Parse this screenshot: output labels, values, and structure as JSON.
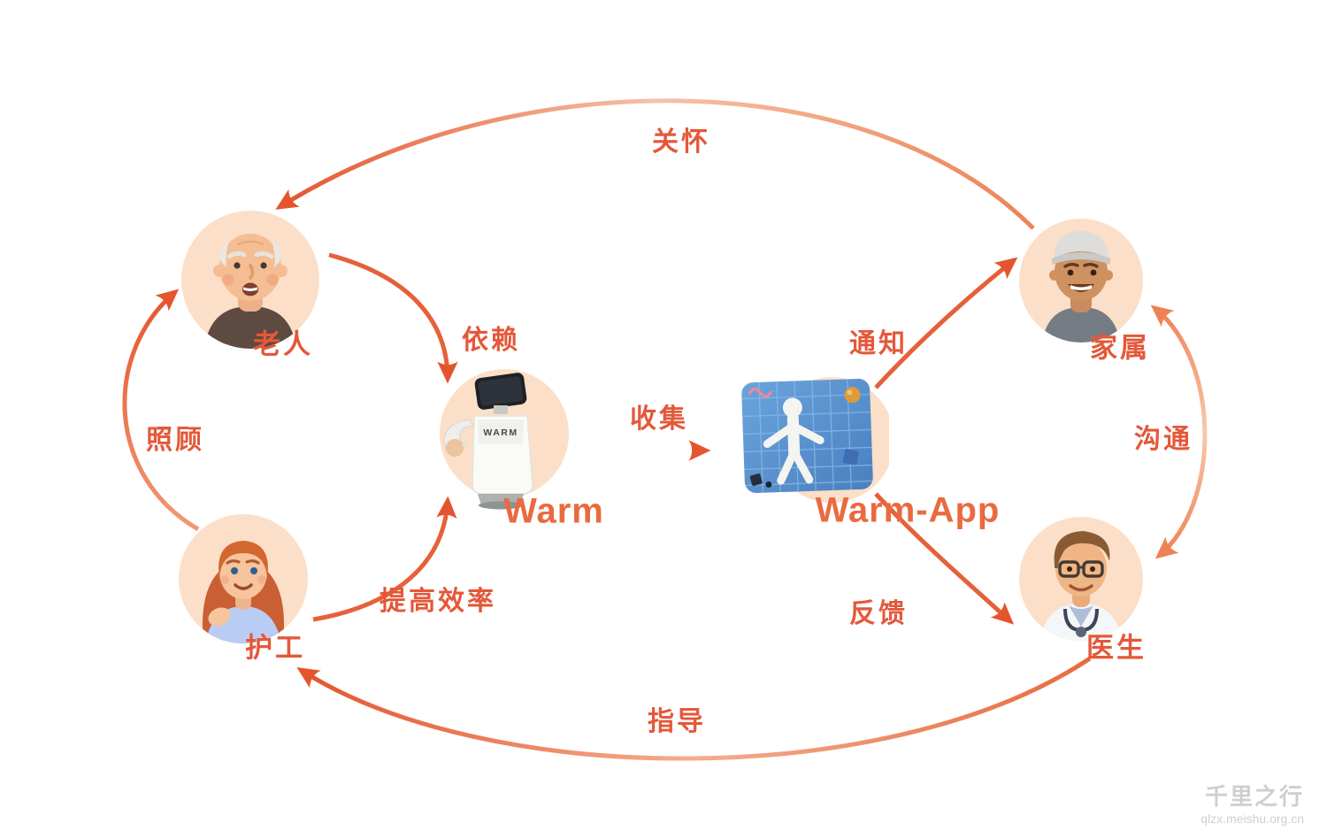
{
  "colors": {
    "accent": "#e4583a",
    "accent_strong": "#e4552e",
    "accent_mid": "#ee8255",
    "accent_light": "#f6c2a8",
    "node_circle_bg": "#fcdfc8",
    "app_card_blue": "#5b94d0"
  },
  "nodes": {
    "elderly": {
      "label": "老人",
      "icon": "elderly-man-avatar"
    },
    "caregiver": {
      "label": "护工",
      "icon": "caregiver-woman-avatar"
    },
    "family": {
      "label": "家属",
      "icon": "family-member-avatar"
    },
    "doctor": {
      "label": "医生",
      "icon": "doctor-avatar"
    },
    "robot": {
      "label": "Warm",
      "body_text": "WARM",
      "icon": "care-robot-illustration"
    },
    "app": {
      "label": "Warm-App",
      "icon": "app-card-illustration"
    }
  },
  "edges": {
    "care": {
      "label": "关怀",
      "from": "family",
      "to": "elderly"
    },
    "depend": {
      "label": "依赖",
      "from": "elderly",
      "to": "robot"
    },
    "look_after": {
      "label": "照顾",
      "from": "caregiver",
      "to": "elderly"
    },
    "collect": {
      "label": "收集",
      "from": "robot",
      "to": "app"
    },
    "notify": {
      "label": "通知",
      "from": "app",
      "to": "family"
    },
    "communicate": {
      "label": "沟通",
      "from": "family",
      "to": "doctor"
    },
    "efficiency": {
      "label": "提高效率",
      "from": "caregiver",
      "to": "robot"
    },
    "feedback": {
      "label": "反馈",
      "from": "app",
      "to": "doctor"
    },
    "guide": {
      "label": "指导",
      "from": "doctor",
      "to": "caregiver"
    }
  },
  "watermark": {
    "title": "千里之行",
    "url": "qlzx.meishu.org.cn"
  }
}
